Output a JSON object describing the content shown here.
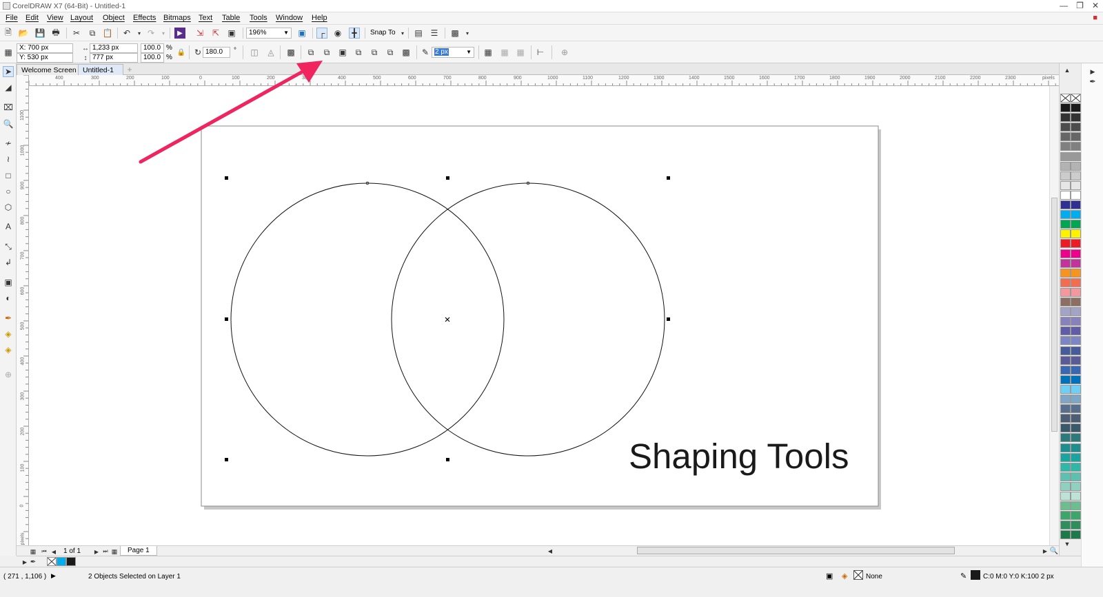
{
  "window": {
    "title": "CorelDRAW X7 (64-Bit) - Untitled-1"
  },
  "menu": [
    "File",
    "Edit",
    "View",
    "Layout",
    "Object",
    "Effects",
    "Bitmaps",
    "Text",
    "Table",
    "Tools",
    "Window",
    "Help"
  ],
  "standard_toolbar": {
    "zoom": "196%",
    "snap_label": "Snap To"
  },
  "property_bar": {
    "x": "X: 700 px",
    "y": "Y: 530 px",
    "width": "1,233 px",
    "height": "777 px",
    "scale_w": "100.0",
    "scale_h": "100.0",
    "pct": "%",
    "rotation": "180.0",
    "deg": "°",
    "outline_width": "2 px"
  },
  "tabs": [
    "Welcome Screen",
    "Untitled-1"
  ],
  "ruler": {
    "h_ticks": [
      "400",
      "300",
      "200",
      "100",
      "0",
      "100",
      "200",
      "300",
      "400",
      "500",
      "600",
      "700",
      "800",
      "900",
      "1000",
      "1100",
      "1200",
      "1300",
      "1400",
      "1500",
      "1600",
      "1700",
      "1800",
      "1900",
      "2000",
      "2100",
      "2200",
      "2300"
    ],
    "h_unit": "pixels",
    "v_ticks": [
      "1100",
      "1000",
      "900",
      "800",
      "700",
      "600",
      "500",
      "400",
      "300",
      "200",
      "100",
      "0"
    ],
    "v_unit": "pixels"
  },
  "canvas": {
    "artwork_text": "Shaping Tools"
  },
  "page_nav": {
    "counter": "1 of 1",
    "page_tab": "Page 1"
  },
  "status": {
    "coords": "( 271  , 1,106 )",
    "selection": "2 Objects Selected on Layer 1",
    "fill": "None",
    "outline": "C:0 M:0 Y:0 K:100  2 px"
  },
  "colors": {
    "arrow": "#f0245f",
    "palette": [
      "#1a1a1a",
      "#333333",
      "#4d4d4d",
      "#666666",
      "#808080",
      "#999999",
      "#b3b3b3",
      "#cccccc",
      "#e6e6e6",
      "#ffffff",
      "#2e3192",
      "#00aeef",
      "#00a651",
      "#fff200",
      "#ed1c24",
      "#ec008c",
      "#c2349b",
      "#f7941d",
      "#f26c4f",
      "#f5989d",
      "#8c6e63",
      "#a3a3c7",
      "#8781bd",
      "#605ca8",
      "#7c86c4",
      "#465b9b",
      "#5a5a99",
      "#3a67b1",
      "#0072bc",
      "#6dcff6",
      "#7ea7c7",
      "#556f8c",
      "#4c5e74",
      "#3a5a6b",
      "#2d7a7a",
      "#1e8f8f",
      "#19a4a0",
      "#2fb7a8",
      "#5ec0b0",
      "#8fd1c0",
      "#bde3d6",
      "#6bbf8e",
      "#3aa66a",
      "#2e8f5c",
      "#1c7a4a"
    ]
  }
}
